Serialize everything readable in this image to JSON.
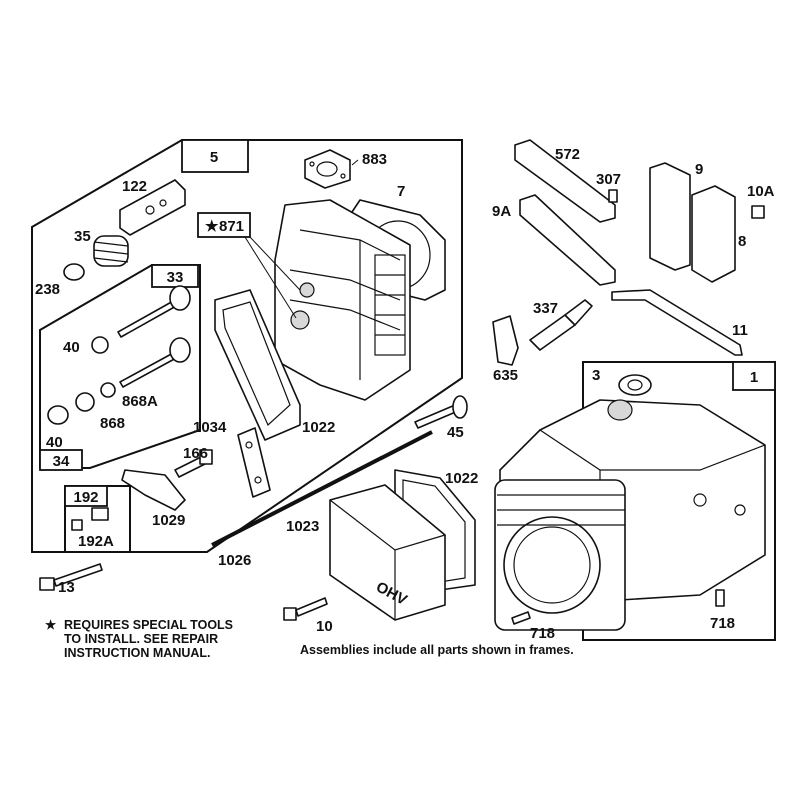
{
  "labels": {
    "l5": "5",
    "l883": "883",
    "l7": "7",
    "l122": "122",
    "l35": "35",
    "l871": "871",
    "l238": "238",
    "l33": "33",
    "l40a": "40",
    "l868A": "868A",
    "l868": "868",
    "l40b": "40",
    "l34": "34",
    "l1034": "1034",
    "l1022a": "1022",
    "l45": "45",
    "l166": "166",
    "l1029": "1029",
    "l192": "192",
    "l192A": "192A",
    "l1022b": "1022",
    "l1023": "1023",
    "l1026": "1026",
    "l13": "13",
    "l10": "10",
    "l572": "572",
    "l307": "307",
    "l9A": "9A",
    "l9": "9",
    "l10A": "10A",
    "l8": "8",
    "l337": "337",
    "l635": "635",
    "l11": "11",
    "l3": "3",
    "l1": "1",
    "l718a": "718",
    "l718b": "718"
  },
  "notes": {
    "special_tools_line1": "REQUIRES SPECIAL TOOLS",
    "special_tools_line2": "TO INSTALL.  SEE REPAIR",
    "special_tools_line3": "INSTRUCTION MANUAL.",
    "star_symbol": "★",
    "assemblies": "Assemblies include all parts shown in frames."
  },
  "cover_embossing": "OHV"
}
